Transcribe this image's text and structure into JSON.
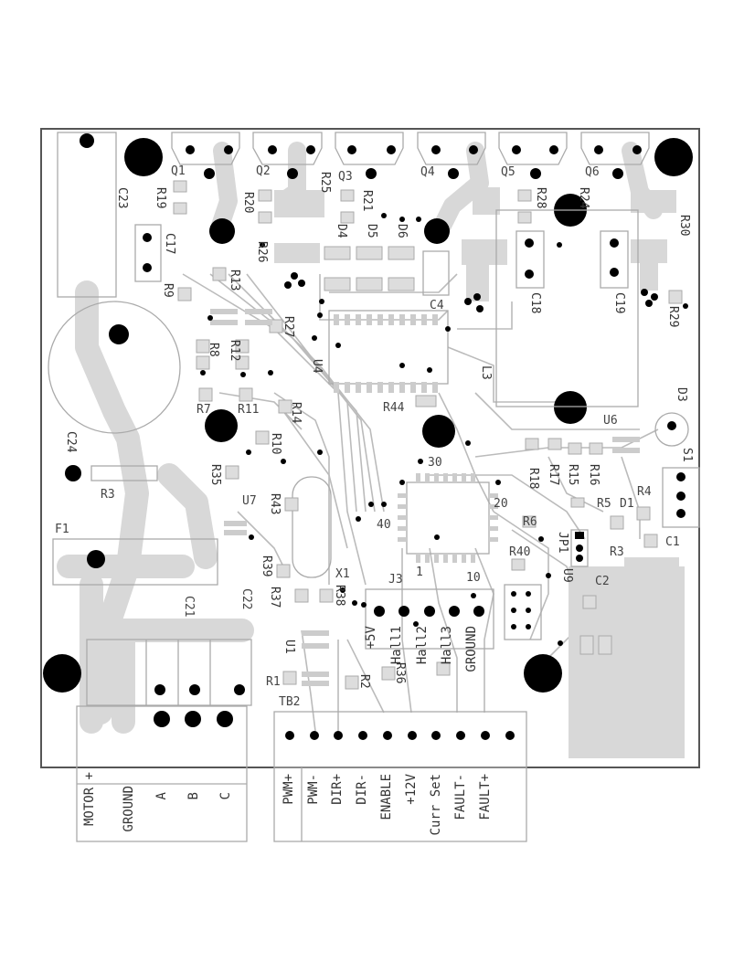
{
  "components": {
    "q1": "Q1",
    "q2": "Q2",
    "q3": "Q3",
    "q4": "Q4",
    "q5": "Q5",
    "q6": "Q6",
    "c23": "C23",
    "c17": "C17",
    "c18": "C18",
    "c19": "C19",
    "c4": "C4",
    "c24": "C24",
    "c21": "C21",
    "c22": "C22",
    "c1": "C1",
    "c2": "C2",
    "r19": "R19",
    "r20": "R20",
    "r25": "R25",
    "r21": "R21",
    "r28": "R28",
    "r24": "R24",
    "r30": "R30",
    "r26": "R26",
    "r13": "R13",
    "r9": "R9",
    "r27": "R27",
    "r8": "R8",
    "r12": "R12",
    "r29": "R29",
    "r7": "R7",
    "r11": "R11",
    "r14": "R14",
    "r10": "R10",
    "r3": "R3",
    "r35": "R35",
    "r43": "R43",
    "r39": "R39",
    "r37": "R37",
    "r38": "R38",
    "r36": "R36",
    "r1": "R1",
    "r2": "R2",
    "r6": "R6",
    "r40": "R40",
    "r17": "R17",
    "r18": "R18",
    "r15": "R15",
    "r16": "R16",
    "r4": "R4",
    "r5": "R5",
    "r3b": "R3",
    "r44": "R44",
    "d4": "D4",
    "d5": "D5",
    "d6": "D6",
    "d3": "D3",
    "d1": "D1",
    "u4": "U4",
    "u6": "U6",
    "u7": "U7",
    "u1": "U1",
    "u9": "U9",
    "l3": "L3",
    "f1": "F1",
    "x1": "X1",
    "s1": "S1",
    "j3": "J3",
    "jp1": "JP1",
    "tb2": "TB2",
    "pin30": "30",
    "pin20": "20",
    "pin10": "10",
    "pin1": "1",
    "pin40": "40"
  },
  "j3_labels": [
    "+5V",
    "Hall1",
    "Hall2",
    "Hall3",
    "GROUND"
  ],
  "motor_terminal": [
    "MOTOR +",
    "GROUND",
    "A",
    "B",
    "C"
  ],
  "signal_terminal": [
    "PWM+",
    "PWM-",
    "DIR+",
    "DIR-",
    "ENABLE",
    "+12V",
    "Curr Set",
    "FAULT-",
    "FAULT+"
  ]
}
